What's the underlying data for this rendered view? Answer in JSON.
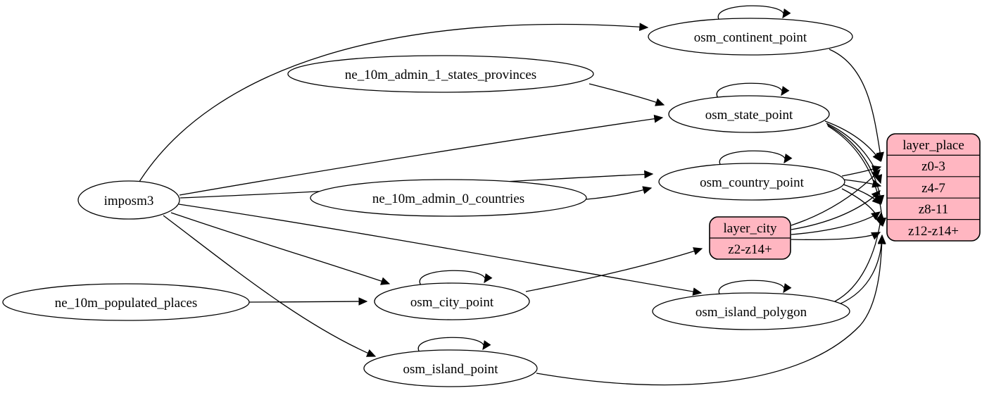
{
  "diagram": {
    "type": "etl-graph",
    "background": "#ffffff",
    "colors": {
      "node_fill": "#ffffff",
      "node_stroke": "#000000",
      "record_fill": "#ffb6c1",
      "edge": "#000000",
      "text": "#000000"
    },
    "nodes": {
      "imposm3": "imposm3",
      "ne_10m_admin_1_states_provinces": "ne_10m_admin_1_states_provinces",
      "ne_10m_admin_0_countries": "ne_10m_admin_0_countries",
      "ne_10m_populated_places": "ne_10m_populated_places",
      "osm_continent_point": "osm_continent_point",
      "osm_state_point": "osm_state_point",
      "osm_country_point": "osm_country_point",
      "osm_city_point": "osm_city_point",
      "osm_island_polygon": "osm_island_polygon",
      "osm_island_point": "osm_island_point"
    },
    "records": {
      "layer_city": {
        "title": "layer_city",
        "rows": [
          "z2-z14+"
        ]
      },
      "layer_place": {
        "title": "layer_place",
        "rows": [
          "z0-3",
          "z4-7",
          "z8-11",
          "z12-z14+"
        ]
      }
    },
    "edges": [
      {
        "from": "imposm3",
        "to": "osm_continent_point"
      },
      {
        "from": "imposm3",
        "to": "osm_state_point"
      },
      {
        "from": "imposm3",
        "to": "osm_country_point"
      },
      {
        "from": "imposm3",
        "to": "osm_city_point"
      },
      {
        "from": "imposm3",
        "to": "osm_island_polygon"
      },
      {
        "from": "imposm3",
        "to": "osm_island_point"
      },
      {
        "from": "ne_10m_admin_1_states_provinces",
        "to": "osm_state_point"
      },
      {
        "from": "ne_10m_admin_0_countries",
        "to": "osm_country_point"
      },
      {
        "from": "ne_10m_populated_places",
        "to": "osm_city_point"
      },
      {
        "from": "osm_continent_point",
        "to": "osm_continent_point"
      },
      {
        "from": "osm_state_point",
        "to": "osm_state_point"
      },
      {
        "from": "osm_country_point",
        "to": "osm_country_point"
      },
      {
        "from": "osm_city_point",
        "to": "osm_city_point"
      },
      {
        "from": "osm_island_polygon",
        "to": "osm_island_polygon"
      },
      {
        "from": "osm_island_point",
        "to": "osm_island_point"
      },
      {
        "from": "osm_continent_point",
        "to": "layer_place:z0-3"
      },
      {
        "from": "osm_state_point",
        "to": "layer_place:z0-3"
      },
      {
        "from": "osm_state_point",
        "to": "layer_place:z4-7"
      },
      {
        "from": "osm_state_point",
        "to": "layer_place:z8-11"
      },
      {
        "from": "osm_state_point",
        "to": "layer_place:z12-z14+"
      },
      {
        "from": "osm_country_point",
        "to": "layer_place:z0-3"
      },
      {
        "from": "osm_country_point",
        "to": "layer_place:z4-7"
      },
      {
        "from": "osm_country_point",
        "to": "layer_place:z8-11"
      },
      {
        "from": "osm_country_point",
        "to": "layer_place:z12-z14+"
      },
      {
        "from": "osm_city_point",
        "to": "layer_city:z2-z14+"
      },
      {
        "from": "layer_city:z2-z14+",
        "to": "layer_place:z0-3"
      },
      {
        "from": "layer_city:z2-z14+",
        "to": "layer_place:z4-7"
      },
      {
        "from": "layer_city:z2-z14+",
        "to": "layer_place:z8-11"
      },
      {
        "from": "layer_city:z2-z14+",
        "to": "layer_place:z12-z14+"
      },
      {
        "from": "osm_island_polygon",
        "to": "layer_place:z8-11"
      },
      {
        "from": "osm_island_polygon",
        "to": "layer_place:z12-z14+"
      },
      {
        "from": "osm_island_point",
        "to": "layer_place:z12-z14+"
      }
    ]
  }
}
